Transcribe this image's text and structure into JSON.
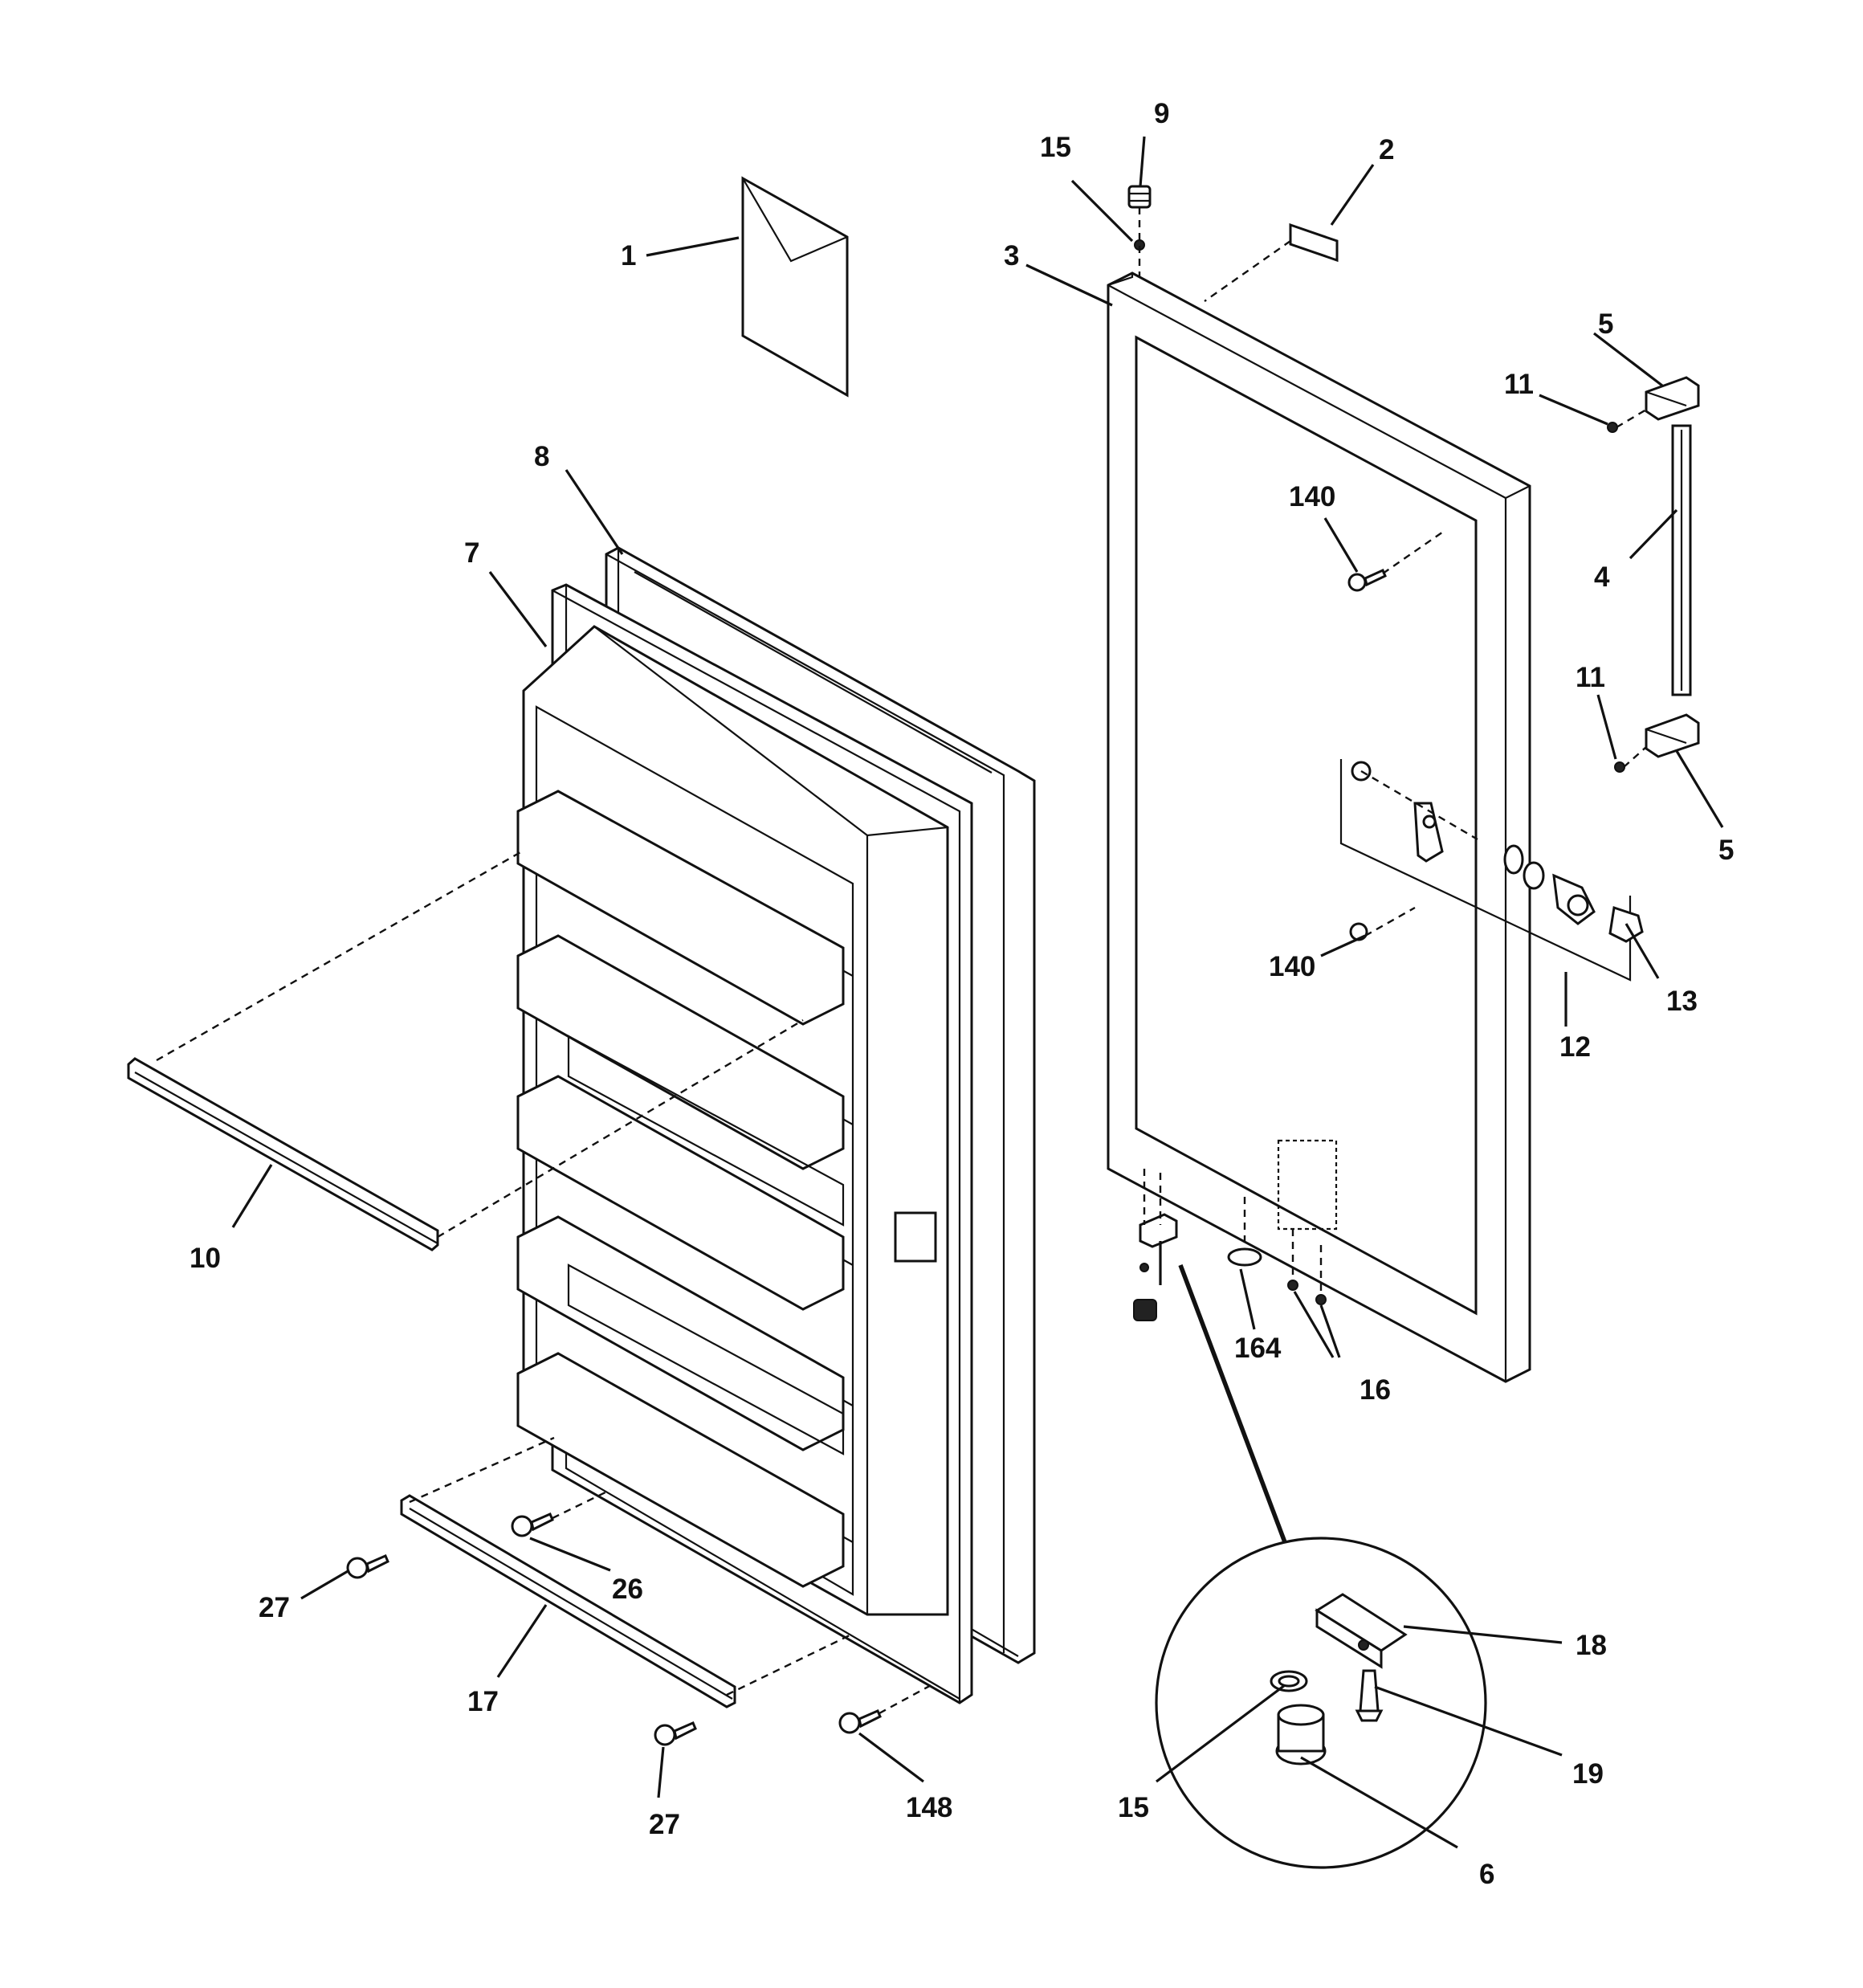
{
  "diagram": {
    "type": "exploded-parts-view",
    "callouts": [
      {
        "key": "c1",
        "label": "1"
      },
      {
        "key": "c2",
        "label": "2"
      },
      {
        "key": "c3",
        "label": "3"
      },
      {
        "key": "c4",
        "label": "4"
      },
      {
        "key": "c5a",
        "label": "5"
      },
      {
        "key": "c5b",
        "label": "5"
      },
      {
        "key": "c6",
        "label": "6"
      },
      {
        "key": "c7",
        "label": "7"
      },
      {
        "key": "c8",
        "label": "8"
      },
      {
        "key": "c9",
        "label": "9"
      },
      {
        "key": "c10",
        "label": "10"
      },
      {
        "key": "c11a",
        "label": "11"
      },
      {
        "key": "c11b",
        "label": "11"
      },
      {
        "key": "c12",
        "label": "12"
      },
      {
        "key": "c13",
        "label": "13"
      },
      {
        "key": "c15a",
        "label": "15"
      },
      {
        "key": "c15b",
        "label": "15"
      },
      {
        "key": "c16",
        "label": "16"
      },
      {
        "key": "c17",
        "label": "17"
      },
      {
        "key": "c18",
        "label": "18"
      },
      {
        "key": "c19",
        "label": "19"
      },
      {
        "key": "c26",
        "label": "26"
      },
      {
        "key": "c27a",
        "label": "27"
      },
      {
        "key": "c27b",
        "label": "27"
      },
      {
        "key": "c140a",
        "label": "140"
      },
      {
        "key": "c140b",
        "label": "140"
      },
      {
        "key": "c148",
        "label": "148"
      },
      {
        "key": "c164",
        "label": "164"
      }
    ]
  }
}
